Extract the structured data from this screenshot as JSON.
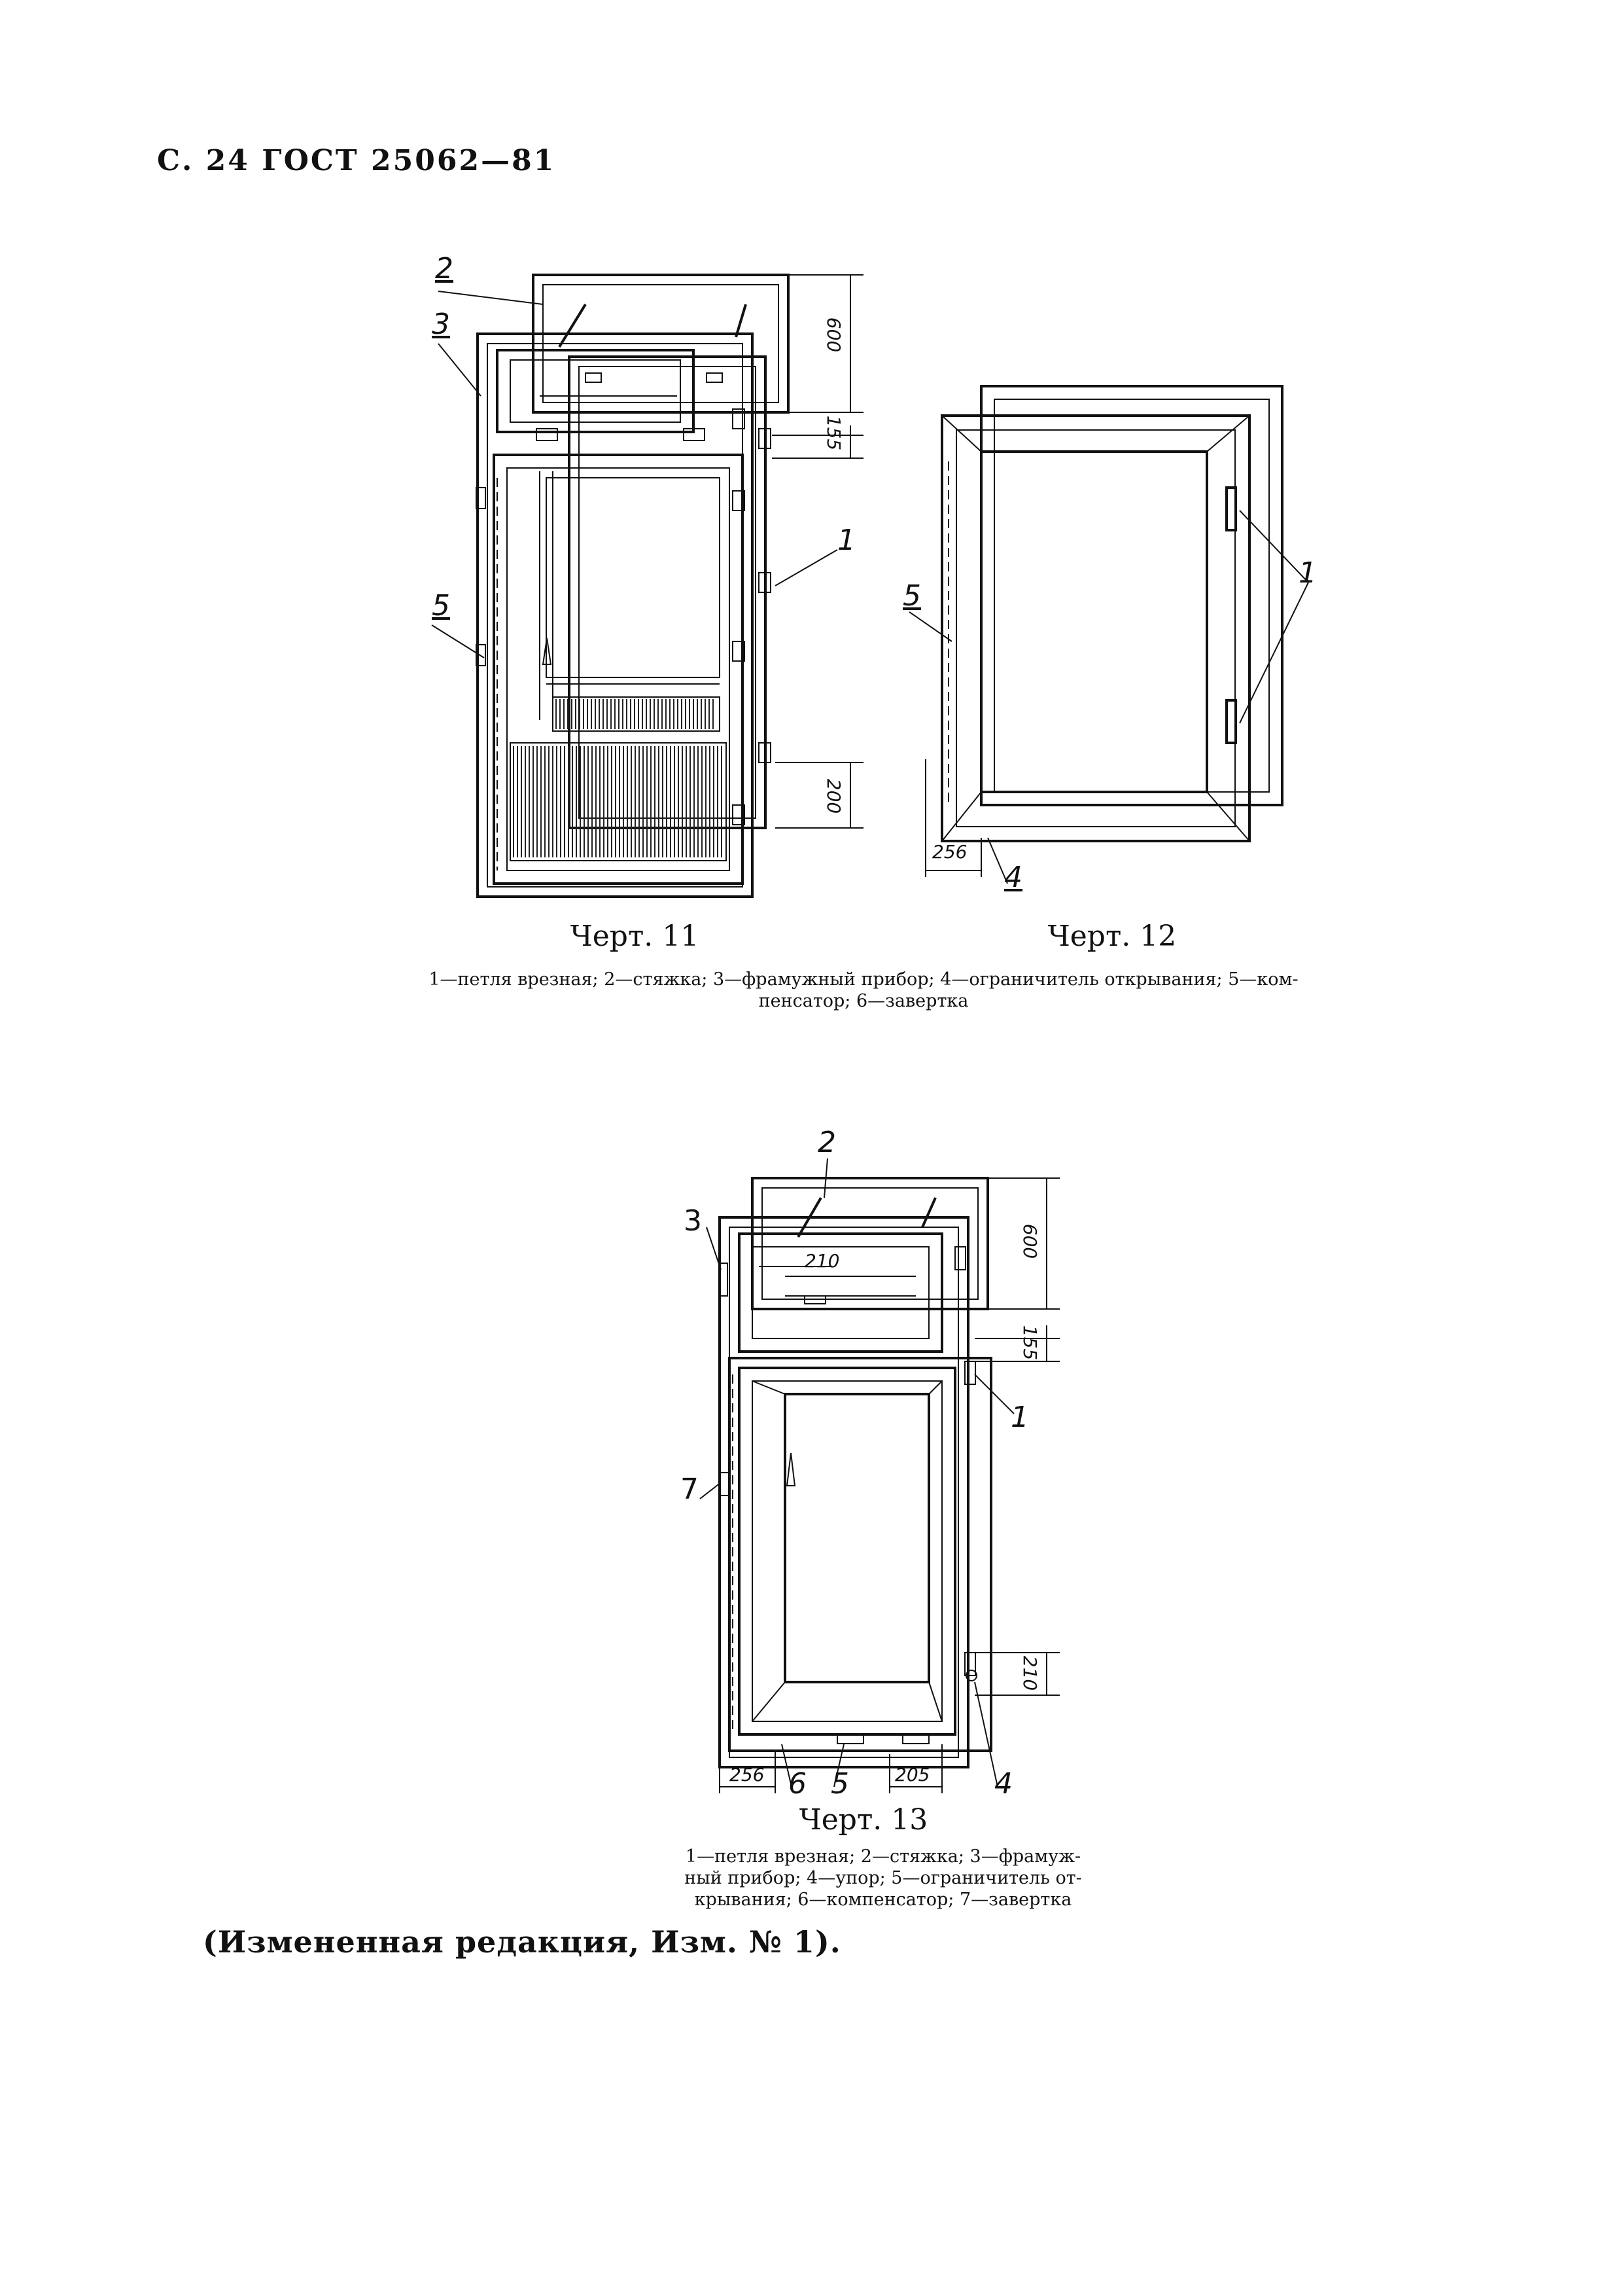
{
  "header": {
    "text": "С. 24 ГОСТ 25062—81"
  },
  "fig11": {
    "caption": "Черт. 11",
    "callouts": {
      "c1": "1",
      "c2": "2",
      "c3": "3",
      "c5": "5"
    },
    "dims": {
      "d600": "600",
      "d155": "155",
      "d200": "200"
    }
  },
  "fig12": {
    "caption": "Черт. 12",
    "callouts": {
      "c1": "1",
      "c4": "4",
      "c5": "5"
    },
    "dims": {
      "d256": "256"
    }
  },
  "legend_11_12": {
    "line1": "1—петля врезная; 2—стяжка; 3—фрамужный прибор; 4—ограничитель открывания; 5—ком-",
    "line2": "пенсатор; 6—завертка"
  },
  "fig13": {
    "caption": "Черт. 13",
    "callouts": {
      "c1": "1",
      "c2": "2",
      "c3": "3",
      "c4": "4",
      "c5": "5",
      "c6": "6",
      "c7": "7"
    },
    "dims": {
      "d600": "600",
      "d210top": "210",
      "d155": "155",
      "d210": "210",
      "d256": "256",
      "d205": "205"
    }
  },
  "legend_13": {
    "line1": "1—петля врезная; 2—стяжка; 3—фрамуж-",
    "line2": "ный прибор; 4—упор; 5—ограничитель от-",
    "line3": "крывания; 6—компенсатор; 7—завертка"
  },
  "note": {
    "text": "(Измененная редакция, Изм. № 1)."
  }
}
